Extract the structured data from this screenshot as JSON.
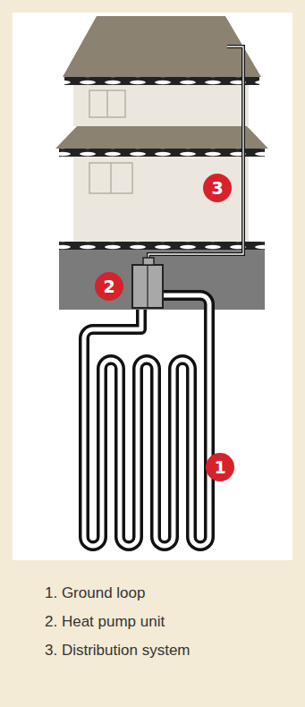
{
  "diagram": {
    "labels": [
      "3",
      "2",
      "1",
      "1. Ground loop",
      "2. Heat pump unit",
      "3. Distribution system"
    ]
  }
}
